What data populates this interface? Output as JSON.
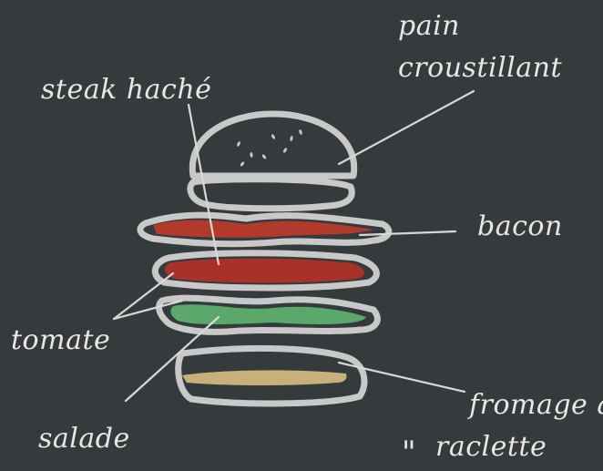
{
  "labels": {
    "pain_line1": "pain",
    "pain_line2": "croustillant",
    "steak": "steak haché",
    "bacon": "bacon",
    "tomate": "tomate",
    "salade": "salade",
    "fromage_line1": "fromage à",
    "fromage_line2": "raclette",
    "corner_mark": "\""
  },
  "colors": {
    "background": "#353a3d",
    "outline": "#c9c9c9",
    "bacon": "#b23a2c",
    "tomato": "#a8322a",
    "lettuce": "#5aa86a",
    "cheese": "#c7b07a",
    "text": "#e9e6e3"
  }
}
